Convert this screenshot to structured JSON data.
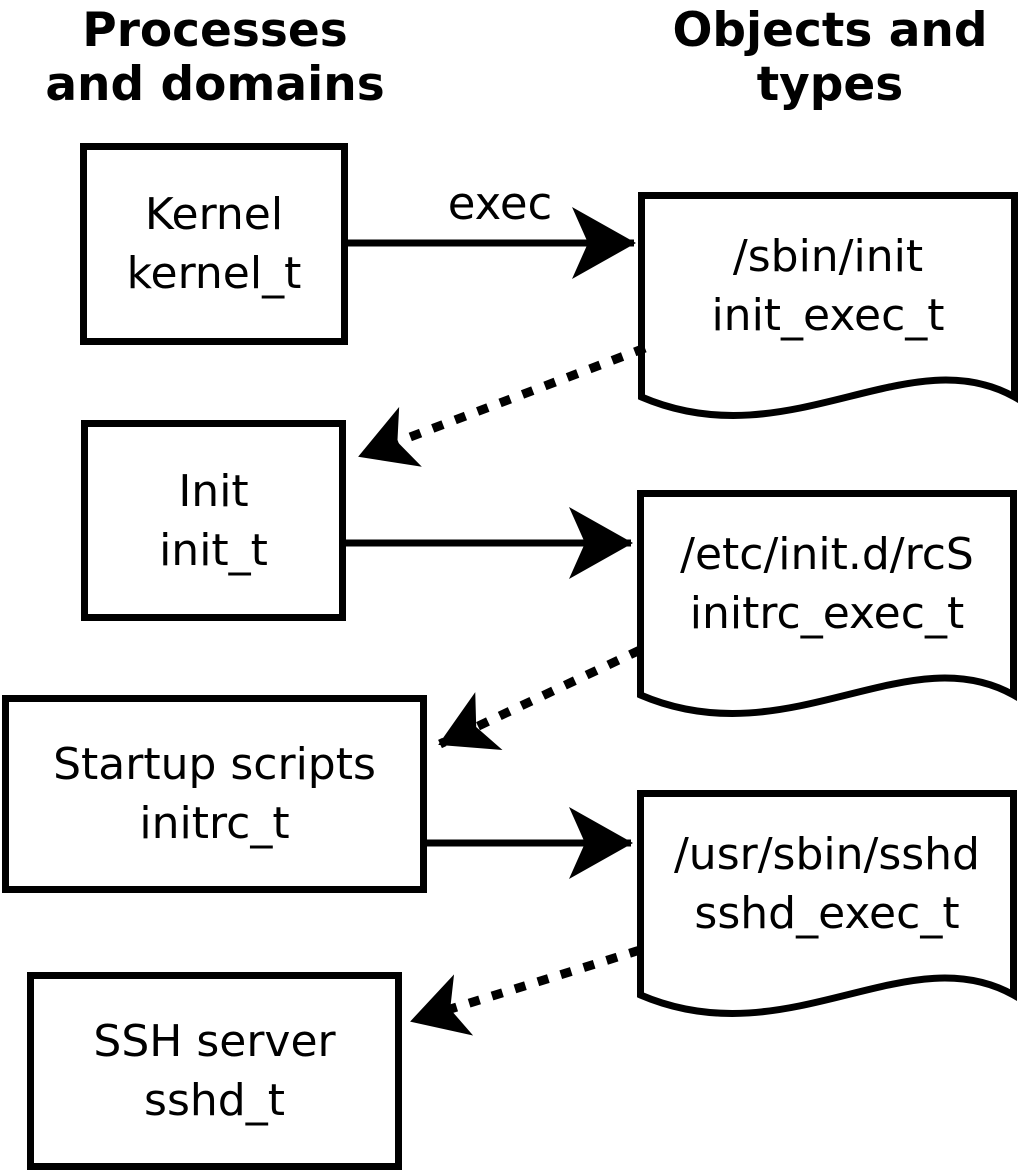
{
  "headers": {
    "left": {
      "line1": "Processes",
      "line2": "and domains"
    },
    "right": {
      "line1": "Objects and",
      "line2": "types"
    }
  },
  "process_boxes": [
    {
      "name": "Kernel",
      "type": "kernel_t"
    },
    {
      "name": "Init",
      "type": "init_t"
    },
    {
      "name": "Startup scripts",
      "type": "initrc_t"
    },
    {
      "name": "SSH server",
      "type": "sshd_t"
    }
  ],
  "object_docs": [
    {
      "path": "/sbin/init",
      "type": "init_exec_t"
    },
    {
      "path": "/etc/init.d/rcS",
      "type": "initrc_exec_t"
    },
    {
      "path": "/usr/sbin/sshd",
      "type": "sshd_exec_t"
    }
  ],
  "arrows": {
    "exec_label": "exec"
  },
  "colors": {
    "foreground": "#000000",
    "background": "#ffffff"
  }
}
